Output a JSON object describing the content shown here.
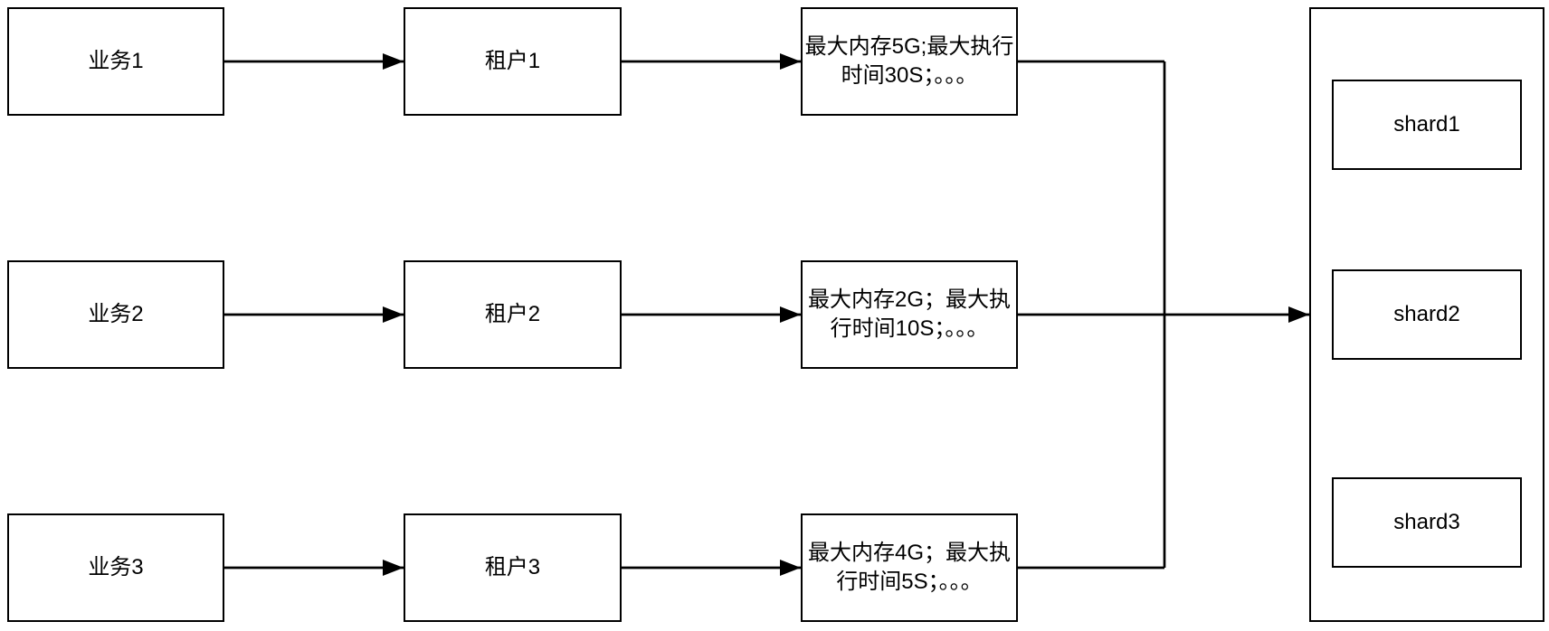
{
  "diagram": {
    "colors": {
      "stroke": "#000000",
      "background": "#ffffff",
      "text": "#000000"
    },
    "nodes": {
      "business": [
        {
          "label": "业务1"
        },
        {
          "label": "业务2"
        },
        {
          "label": "业务3"
        }
      ],
      "tenants": [
        {
          "label": "租户1"
        },
        {
          "label": "租户2"
        },
        {
          "label": "租户3"
        }
      ],
      "quotas": [
        {
          "label": "最大内存5G;最大执行\n时间30S；。。。"
        },
        {
          "label": "最大内存2G；最大执\n行时间10S；。。。"
        },
        {
          "label": "最大内存4G；最大执\n行时间5S；。。。"
        }
      ],
      "shards": [
        {
          "label": "shard1"
        },
        {
          "label": "shard2"
        },
        {
          "label": "shard3"
        }
      ]
    },
    "edges": [
      {
        "from": "business1",
        "to": "tenant1"
      },
      {
        "from": "tenant1",
        "to": "quota1"
      },
      {
        "from": "business2",
        "to": "tenant2"
      },
      {
        "from": "tenant2",
        "to": "quota2"
      },
      {
        "from": "business3",
        "to": "tenant3"
      },
      {
        "from": "tenant3",
        "to": "quota3"
      },
      {
        "from": "quota1",
        "to": "shard-cluster"
      },
      {
        "from": "quota2",
        "to": "shard-cluster"
      },
      {
        "from": "quota3",
        "to": "shard-cluster"
      }
    ]
  }
}
